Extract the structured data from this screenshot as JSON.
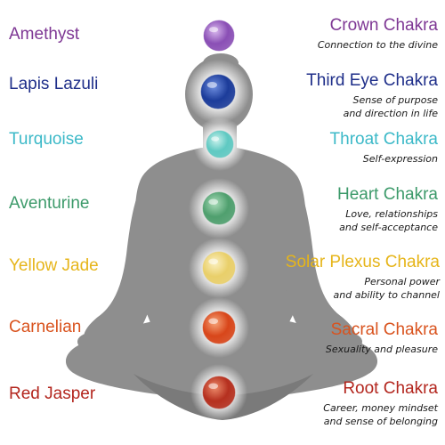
{
  "colors": {
    "silhouette": "#8e8e8e",
    "silhouette_dark": "#7a7a7a",
    "glow": "#ffffff",
    "description_text": "#1a1a1a"
  },
  "chakras": [
    {
      "stone": "Amethyst",
      "title": "Crown Chakra",
      "description": "Connection to the divine",
      "color": "#7e3794",
      "stone_color": "#8a4fb5",
      "stone_highlight": "#d9b8ee"
    },
    {
      "stone": "Lapis Lazuli",
      "title": "Third Eye Chakra",
      "description": "Sense of purpose\nand direction in life",
      "color": "#1f2f8a",
      "stone_color": "#1c3c9a",
      "stone_highlight": "#6f8fe0"
    },
    {
      "stone": "Turquoise",
      "title": "Throat Chakra",
      "description": "Self-expression",
      "color": "#3cb9c8",
      "stone_color": "#5fc9c2",
      "stone_highlight": "#c9f1ec"
    },
    {
      "stone": "Aventurine",
      "title": "Heart Chakra",
      "description": "Love, relationships\nand self-acceptance",
      "color": "#3c9a6a",
      "stone_color": "#4f9f6e",
      "stone_highlight": "#a9dcb9"
    },
    {
      "stone": "Yellow Jade",
      "title": "Solar Plexus Chakra",
      "description": "Personal power\nand ability to channel",
      "color": "#e6b51a",
      "stone_color": "#e9cf6a",
      "stone_highlight": "#fbf0c0"
    },
    {
      "stone": "Carnelian",
      "title": "Sacral Chakra",
      "description": "Sexuality and pleasure",
      "color": "#d9531e",
      "stone_color": "#d8461a",
      "stone_highlight": "#f6a479"
    },
    {
      "stone": "Red Jasper",
      "title": "Root Chakra",
      "description": "Career, money mindset\nand sense of belonging",
      "color": "#b3261e",
      "stone_color": "#b5301f",
      "stone_highlight": "#ec8a6a"
    }
  ]
}
